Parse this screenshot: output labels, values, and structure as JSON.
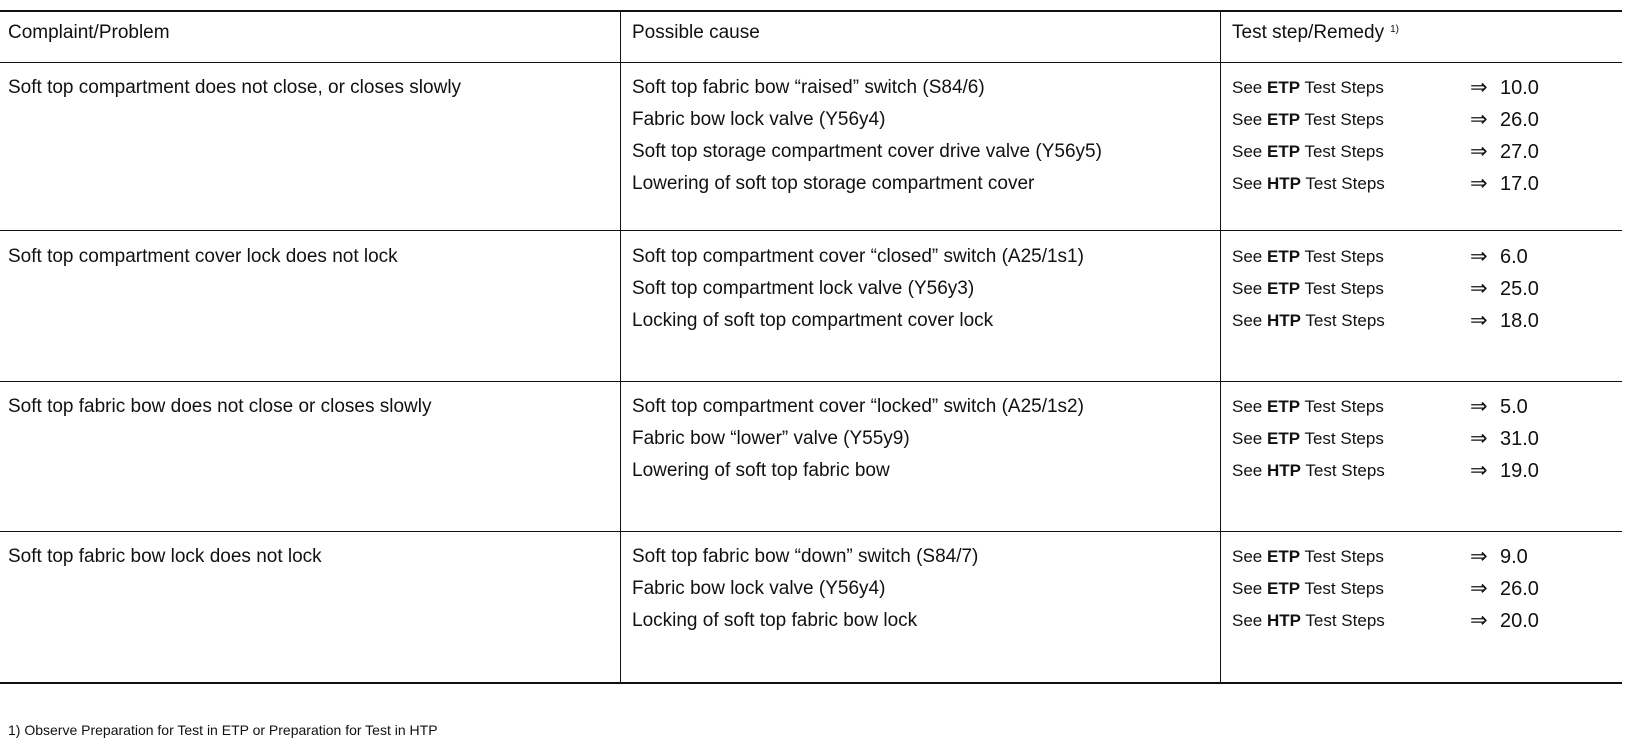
{
  "headers": {
    "complaint": "Complaint/Problem",
    "cause": "Possible cause",
    "remedy": "Test step/Remedy",
    "remedy_note": "1)"
  },
  "rows": [
    {
      "complaint": "Soft top compartment does not close, or closes slowly",
      "causes": [
        "Soft top fabric bow “raised” switch (S84/6)",
        "Fabric bow lock valve (Y56y4)",
        "Soft top storage compartment cover drive valve (Y56y5)",
        "Lowering of soft top storage compartment cover"
      ],
      "remedies": [
        {
          "pre": "See ",
          "sys": "ETP",
          "post": " Test Steps",
          "arrow": "⇒",
          "step": "10.0"
        },
        {
          "pre": "See ",
          "sys": "ETP",
          "post": " Test Steps",
          "arrow": "⇒",
          "step": "26.0"
        },
        {
          "pre": "See ",
          "sys": "ETP",
          "post": " Test Steps",
          "arrow": "⇒",
          "step": "27.0"
        },
        {
          "pre": "See ",
          "sys": "HTP",
          "post": " Test Steps",
          "arrow": "⇒",
          "step": "17.0"
        }
      ]
    },
    {
      "complaint": "Soft top compartment cover lock does not lock",
      "causes": [
        "Soft top compartment cover “closed” switch (A25/1s1)",
        "Soft top compartment lock valve (Y56y3)",
        "Locking of soft top compartment cover lock"
      ],
      "remedies": [
        {
          "pre": "See ",
          "sys": "ETP",
          "post": " Test Steps",
          "arrow": "⇒",
          "step": "6.0"
        },
        {
          "pre": "See ",
          "sys": "ETP",
          "post": " Test Steps",
          "arrow": "⇒",
          "step": "25.0"
        },
        {
          "pre": "See ",
          "sys": "HTP",
          "post": " Test Steps",
          "arrow": "⇒",
          "step": "18.0"
        }
      ]
    },
    {
      "complaint": "Soft top fabric bow does not close or closes slowly",
      "causes": [
        "Soft top compartment cover “locked” switch (A25/1s2)",
        "Fabric bow “lower” valve (Y55y9)",
        "Lowering of soft top fabric bow"
      ],
      "remedies": [
        {
          "pre": "See ",
          "sys": "ETP",
          "post": " Test Steps",
          "arrow": "⇒",
          "step": "5.0"
        },
        {
          "pre": "See ",
          "sys": "ETP",
          "post": " Test Steps",
          "arrow": "⇒",
          "step": "31.0"
        },
        {
          "pre": "See ",
          "sys": "HTP",
          "post": " Test Steps",
          "arrow": "⇒",
          "step": "19.0"
        }
      ]
    },
    {
      "complaint": "Soft top fabric bow lock does not lock",
      "causes": [
        "Soft top fabric bow “down” switch (S84/7)",
        "Fabric bow lock valve (Y56y4)",
        "Locking of soft top fabric bow lock"
      ],
      "remedies": [
        {
          "pre": "See ",
          "sys": "ETP",
          "post": " Test Steps",
          "arrow": "⇒",
          "step": "9.0"
        },
        {
          "pre": "See ",
          "sys": "ETP",
          "post": " Test Steps",
          "arrow": "⇒",
          "step": "26.0"
        },
        {
          "pre": "See ",
          "sys": "HTP",
          "post": " Test Steps",
          "arrow": "⇒",
          "step": "20.0"
        }
      ]
    }
  ],
  "footnote": "1)  Observe Preparation for Test in ETP or  Preparation for Test in HTP"
}
